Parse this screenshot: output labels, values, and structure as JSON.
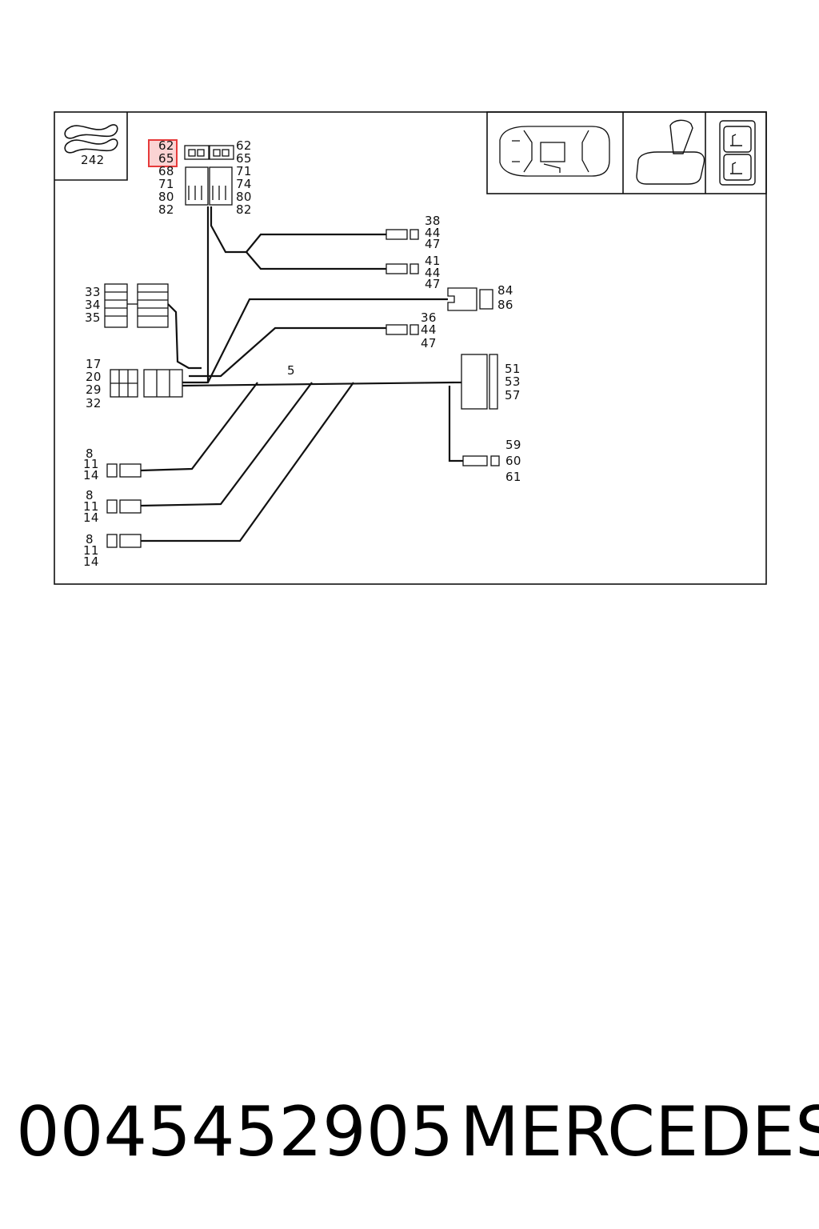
{
  "diagram": {
    "category_ref": "242",
    "top_connector_left_codes": [
      "62",
      "65",
      "68",
      "71",
      "80",
      "82"
    ],
    "top_connector_right_codes": [
      "62",
      "65",
      "71",
      "74",
      "80",
      "82"
    ],
    "highlighted_codes": [
      "62",
      "65"
    ],
    "sensor_a_codes": [
      "38",
      "44",
      "47"
    ],
    "sensor_b_codes": [
      "41",
      "44",
      "47"
    ],
    "plug_right_codes": [
      "84",
      "86"
    ],
    "sensor_c_codes": [
      "36",
      "44",
      "47"
    ],
    "left_block_codes": [
      "33",
      "34",
      "35"
    ],
    "main_connector_codes": [
      "17",
      "20",
      "29",
      "32"
    ],
    "harness_ref": "5",
    "big_connector_codes": [
      "51",
      "53",
      "57"
    ],
    "small_plug_codes": [
      "59",
      "60",
      "61"
    ],
    "branch_1_codes": [
      "8",
      "11",
      "14"
    ],
    "branch_2_codes": [
      "8",
      "11",
      "14"
    ],
    "branch_3_codes": [
      "8",
      "11",
      "14"
    ],
    "thumbnail_icons": [
      "car-top-view-icon",
      "seat-icon",
      "seat-switch-icon"
    ],
    "colors": {
      "highlight": "#e63b3b",
      "line": "#111111"
    }
  },
  "footer": {
    "part_number": "004545290​5",
    "brand": "MERCEDES"
  }
}
